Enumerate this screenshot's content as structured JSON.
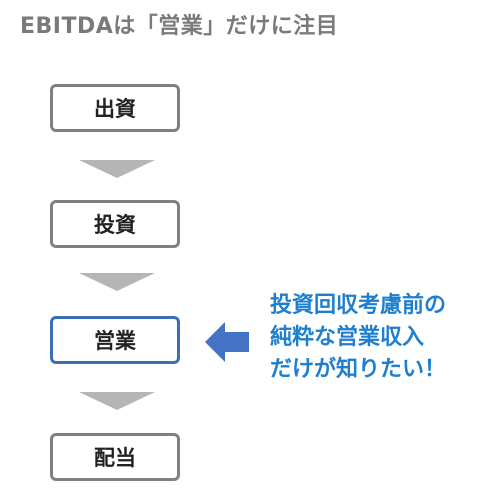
{
  "title": "EBITDAは「営業」だけに注目",
  "steps": [
    {
      "label": "出資"
    },
    {
      "label": "投資"
    },
    {
      "label": "営業"
    },
    {
      "label": "配当"
    }
  ],
  "callout": {
    "lines": [
      "投資回収考慮前の",
      "純粋な営業収入",
      "だけが知りたい！"
    ]
  },
  "colors": {
    "title": "#7a7a7a",
    "box_border": "#808080",
    "highlight_border": "#3b6fb5",
    "arrow_gray": "#b5b5b5",
    "arrow_blue": "#4472c4",
    "callout_text": "#1e7fd0"
  }
}
